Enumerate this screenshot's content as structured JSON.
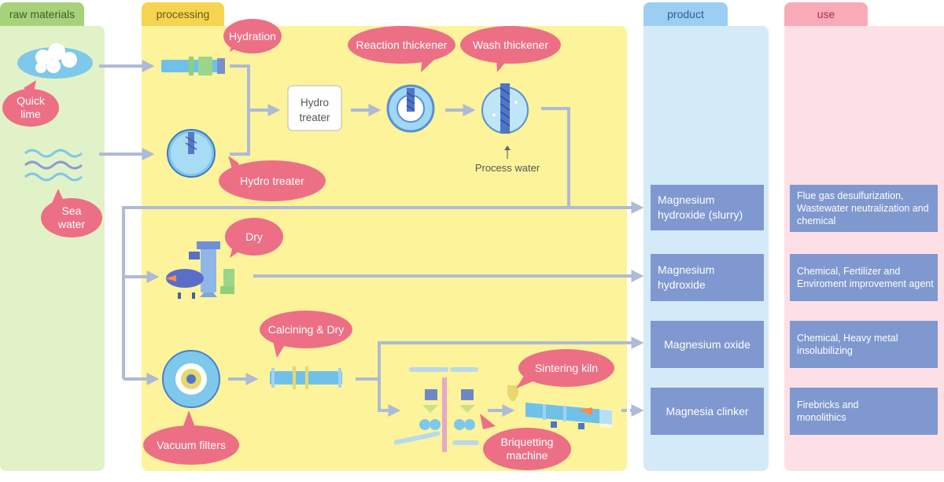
{
  "columns": {
    "raw_materials": "raw materials",
    "processing": "processing",
    "product": "product",
    "use": "use"
  },
  "colors": {
    "raw_tab": "#a6d27a",
    "raw_bg": "#e2f2c8",
    "proc_tab": "#f7d44f",
    "proc_bg": "#fdf39a",
    "prod_tab": "#9ccdf2",
    "prod_bg": "#d4eaf8",
    "use_tab": "#f8aab7",
    "use_bg": "#fde0e6",
    "bubble": "#ec6f86",
    "box": "#7f98cf",
    "arrow": "#aebad6"
  },
  "raw": {
    "quick_lime": "Quick lime",
    "sea_water": "Sea water"
  },
  "processing": {
    "hydration": "Hydration",
    "hydro_treater_bubble": "Hydro treater",
    "hydro_treater_box_line1": "Hydro",
    "hydro_treater_box_line2": "treater",
    "reaction_thickener": "Reaction thickener",
    "wash_thickener": "Wash thickener",
    "process_water": "Process water",
    "dry": "Dry",
    "calcining_dry": "Calcining & Dry",
    "vacuum_filters": "Vacuum filters",
    "sintering_kiln": "Sintering kiln",
    "briquetting_machine": "Briquetting machine"
  },
  "products": [
    "Magnesium hydroxide (slurry)",
    "Magnesium hydroxide",
    "Magnesium oxide",
    "Magnesia clinker"
  ],
  "uses": [
    "Flue gas desulfurization, Wastewater neutralization and chemical",
    "Chemical, Fertilizer and Enviroment improvement agent",
    "Chemical, Heavy metal insolubilizing",
    "Firebricks and monolithics"
  ]
}
